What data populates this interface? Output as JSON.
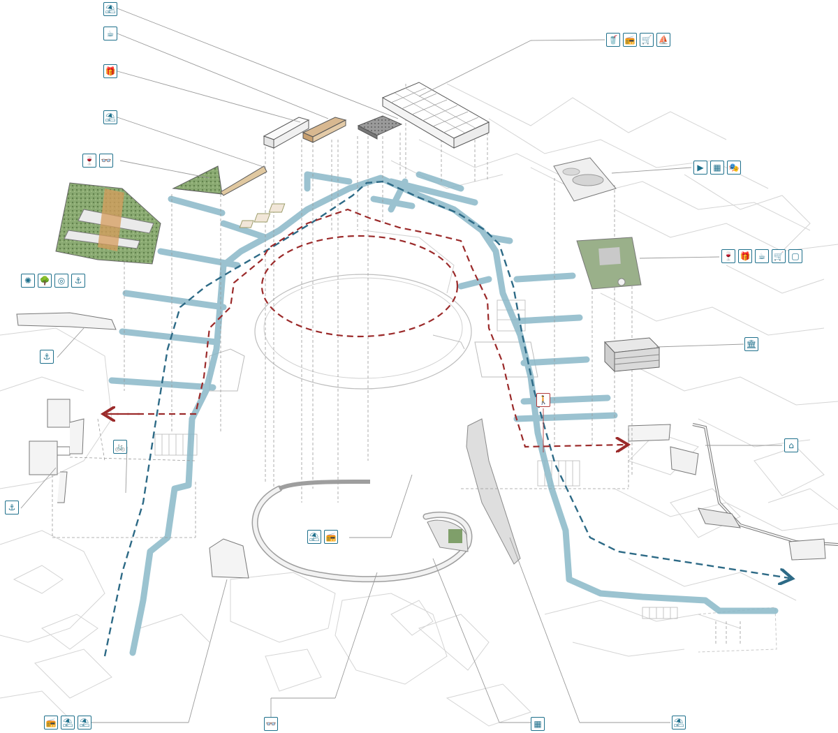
{
  "colors": {
    "blue_route": "#2d6a86",
    "red_route": "#9b2a2a",
    "blue_path": "#8ab8c8",
    "icon": "#1d6f8b",
    "icon_alert": "#b23a3a",
    "base_lines": "#c9c9c9",
    "leader": "#9a9a9a",
    "green_roof": "#7f9f6a"
  },
  "icon_groups": [
    {
      "id": "g-top-1",
      "icons": [
        "beach-umbrella-icon"
      ]
    },
    {
      "id": "g-top-2",
      "icons": [
        "cafe-cup-icon"
      ]
    },
    {
      "id": "g-top-3",
      "icons": [
        "gift-shop-icon"
      ]
    },
    {
      "id": "g-top-4",
      "icons": [
        "beach-umbrella-icon"
      ]
    },
    {
      "id": "g-left-1",
      "icons": [
        "wine-icon",
        "binoculars-icon"
      ]
    },
    {
      "id": "g-left-2",
      "icons": [
        "fireworks-icon",
        "tree-icon",
        "lifebuoy-icon",
        "fishing-icon"
      ]
    },
    {
      "id": "g-anchor-1",
      "icons": [
        "anchor-icon"
      ]
    },
    {
      "id": "g-bike",
      "icons": [
        "bicycle-icon"
      ]
    },
    {
      "id": "g-anchor-2",
      "icons": [
        "anchor-icon"
      ]
    },
    {
      "id": "g-top-right",
      "icons": [
        "drink-icon",
        "radio-icon",
        "shopping-cart-icon",
        "sailboat-icon"
      ]
    },
    {
      "id": "g-right-1",
      "icons": [
        "cinema-icon",
        "lecture-icon",
        "theatre-masks-icon"
      ]
    },
    {
      "id": "g-right-2",
      "icons": [
        "wine-icon",
        "gift-shop-icon",
        "cafe-cup-icon",
        "shopping-cart-icon",
        "gallery-icon"
      ]
    },
    {
      "id": "g-museum",
      "icons": [
        "museum-icon"
      ]
    },
    {
      "id": "g-pedestrian",
      "icons": [
        "pedestrian-icon"
      ]
    },
    {
      "id": "g-hotel",
      "icons": [
        "hotel-icon"
      ]
    },
    {
      "id": "g-center",
      "icons": [
        "beach-umbrella-icon",
        "radio-icon"
      ]
    },
    {
      "id": "g-bottom-1",
      "icons": [
        "radio-icon",
        "beach-umbrella-icon",
        "sunshade-icon"
      ]
    },
    {
      "id": "g-bottom-2",
      "icons": [
        "binoculars-icon"
      ]
    },
    {
      "id": "g-bottom-3",
      "icons": [
        "lecture-icon"
      ]
    },
    {
      "id": "g-bottom-4",
      "icons": [
        "beach-umbrella-icon"
      ]
    }
  ],
  "icon_glyphs": {
    "beach-umbrella-icon": "⛱",
    "cafe-cup-icon": "☕",
    "gift-shop-icon": "🎁",
    "wine-icon": "🍷",
    "binoculars-icon": "👓",
    "fireworks-icon": "✺",
    "tree-icon": "🌳",
    "lifebuoy-icon": "◎",
    "fishing-icon": "⚓",
    "anchor-icon": "⚓",
    "bicycle-icon": "🚲",
    "drink-icon": "🥤",
    "radio-icon": "📻",
    "shopping-cart-icon": "🛒",
    "sailboat-icon": "⛵",
    "cinema-icon": "▶",
    "lecture-icon": "▦",
    "theatre-masks-icon": "🎭",
    "gallery-icon": "▢",
    "museum-icon": "🏛",
    "pedestrian-icon": "🚶",
    "hotel-icon": "⌂",
    "sunshade-icon": "⛱"
  }
}
